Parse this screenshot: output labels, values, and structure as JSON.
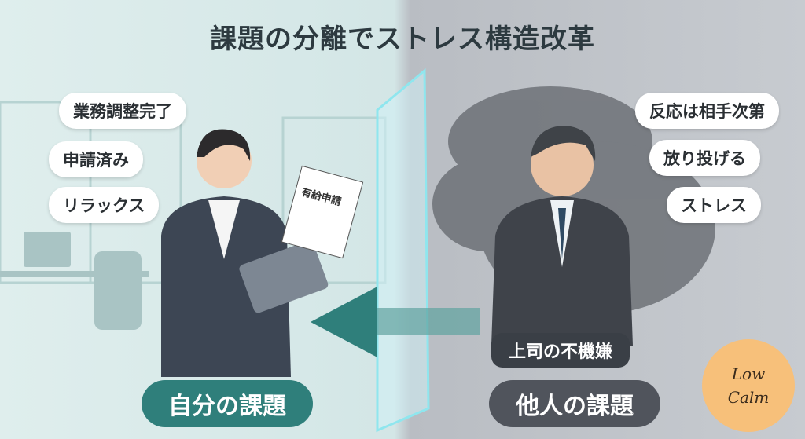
{
  "title": "課題の分離でストレス構造改革",
  "left": {
    "bubbles": [
      "業務調整完了",
      "申請済み",
      "リラックス"
    ],
    "document_label": "有給申請",
    "label": "自分の課題"
  },
  "right": {
    "bubbles": [
      "反応は相手次第",
      "放り投げる",
      "ストレス"
    ],
    "tag": "上司の不機嫌",
    "label": "他人の課題"
  },
  "logo": {
    "line1": "Low",
    "line2": "Calm"
  },
  "colors": {
    "teal": "#2f7f7b",
    "slate": "#50545c"
  }
}
